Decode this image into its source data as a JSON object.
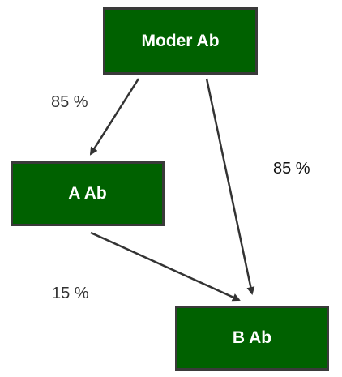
{
  "nodes": {
    "moder": "Moder Ab",
    "a": "A Ab",
    "b": "B Ab"
  },
  "edges": [
    {
      "from": "Moder Ab",
      "to": "A Ab",
      "label": "85 %"
    },
    {
      "from": "Moder Ab",
      "to": "B Ab",
      "label": "85 %"
    },
    {
      "from": "A Ab",
      "to": "B Ab",
      "label": "15 %"
    }
  ],
  "colors": {
    "node_fill": "#006100",
    "node_border": "#3a3a3a",
    "node_text": "#ffffff",
    "arrow": "#333333"
  }
}
